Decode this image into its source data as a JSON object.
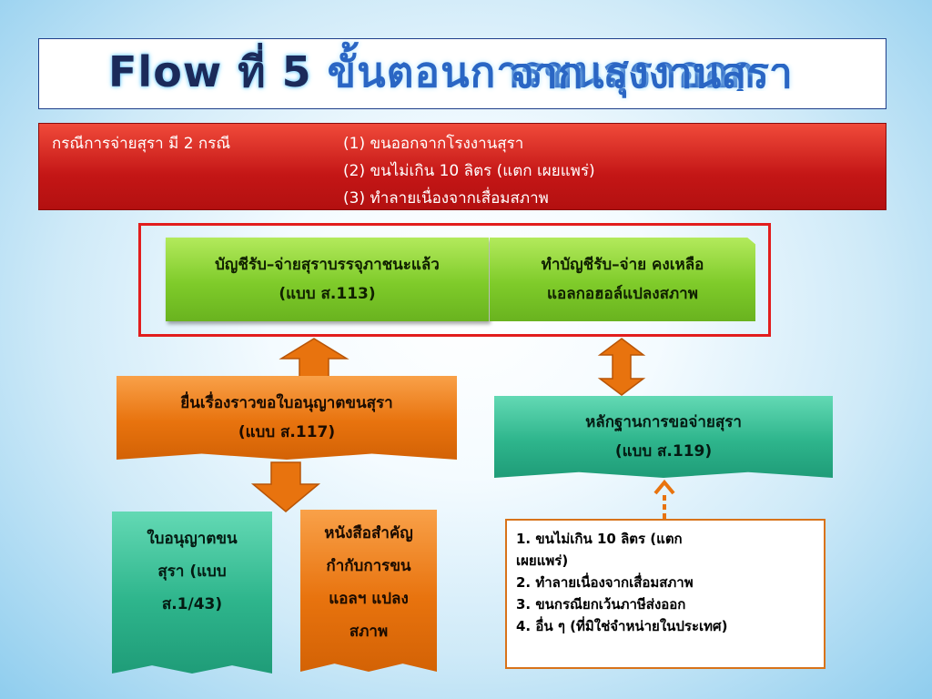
{
  "title": {
    "prefix": "Flow ที่ 5",
    "main": "ขั้นตอนการขนสุราออก",
    "overflow": "จากโรงงานสุรา"
  },
  "banner": {
    "label": "กรณีการจ่ายสุรา มี 2 กรณี",
    "items": [
      "(1) ขนออกจากโรงงานสุรา",
      "(2) ขนไม่เกิน 10 ลิตร (แตก เผยแพร่)",
      "(3) ทำลายเนื่องจากเสื่อมสภาพ"
    ]
  },
  "green_left": {
    "line1": "บัญชีรับ–จ่ายสุราบรรจุภาชนะแล้ว",
    "line2": "(แบบ ส.113)"
  },
  "green_right": {
    "line1": "ทำบัญชีรับ–จ่าย คงเหลือ",
    "line2": "แอลกอฮอล์แปลงสภาพ"
  },
  "box_117": {
    "line1": "ยื่นเรื่องราวขอใบอนุญาตขนสุรา",
    "line2": "(แบบ ส.117)"
  },
  "box_119": {
    "line1": "หลักฐานการขอจ่ายสุรา",
    "line2": "(แบบ ส.119)"
  },
  "box_license": {
    "line1": "ใบอนุญาตขน",
    "line2": "สุรา (แบบ",
    "line3": "ส.1/43)"
  },
  "box_doc": {
    "line1": "หนังสือสำคัญ",
    "line2": "กำกับการขน",
    "line3": "แอลฯ แปลง",
    "line4": "สภาพ"
  },
  "list": {
    "item1a": "1. ขนไม่เกิน 10 ลิตร (แตก",
    "item1b": "เผยแพร่)",
    "item2": "2. ทำลายเนื่องจากเสื่อมสภาพ",
    "item3": "3. ขนกรณียกเว้นภาษีส่งออก",
    "item4": "4. อื่น ๆ (ที่มิใช่จำหน่ายในประเทศ)"
  },
  "colors": {
    "arrow": "#e8730e",
    "arrow_stroke": "#b85406",
    "frame": "#e21d1d"
  }
}
